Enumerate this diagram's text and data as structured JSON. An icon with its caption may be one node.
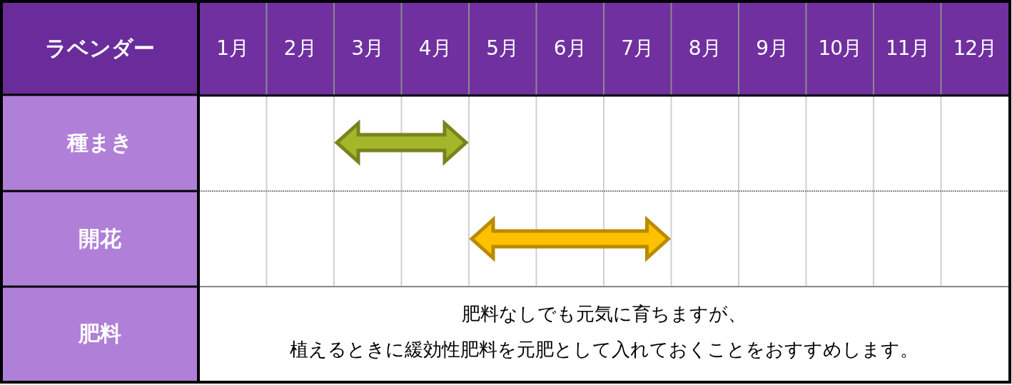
{
  "diagram": {
    "labels": [
      "ラベンダー",
      "1月",
      "2月",
      "3月",
      "4月",
      "5月",
      "6月",
      "7月",
      "8月",
      "9月",
      "10月",
      "11月",
      "12月",
      "種まき",
      "開花",
      "肥料",
      "肥料なしでも元気に育ちますが、",
      "植えるときに緩効性肥料を元肥として入れておくことをおすすめします。"
    ]
  }
}
